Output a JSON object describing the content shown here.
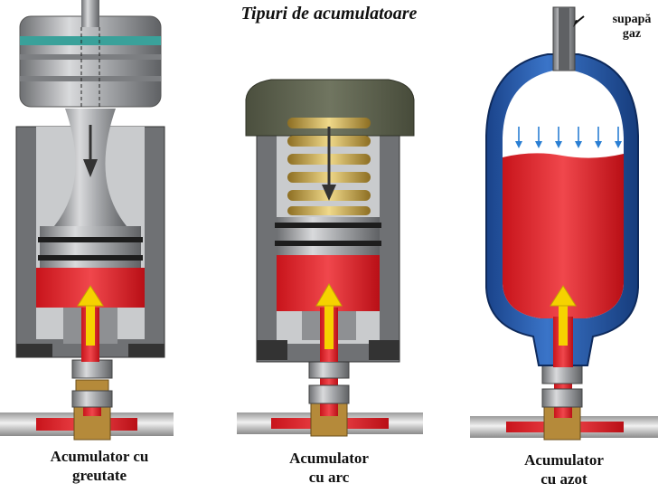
{
  "title": "Tipuri de acumulatoare",
  "accumulators": [
    {
      "caption_line1": "Acumulator cu",
      "caption_line2": "greutate"
    },
    {
      "caption_line1": "Acumulator",
      "caption_line2": "cu arc"
    },
    {
      "caption_line1": "Acumulator",
      "caption_line2": "cu azot"
    }
  ],
  "valve_label_line1": "supapă",
  "valve_label_line2": "gaz",
  "colors": {
    "fluid": "#e4262c",
    "body": "#7d7f82",
    "bladder_shell": "#2257a8",
    "spring": "#c9a84a",
    "flow_arrow": "#f6d200",
    "pipe": "#d8d8d8"
  }
}
